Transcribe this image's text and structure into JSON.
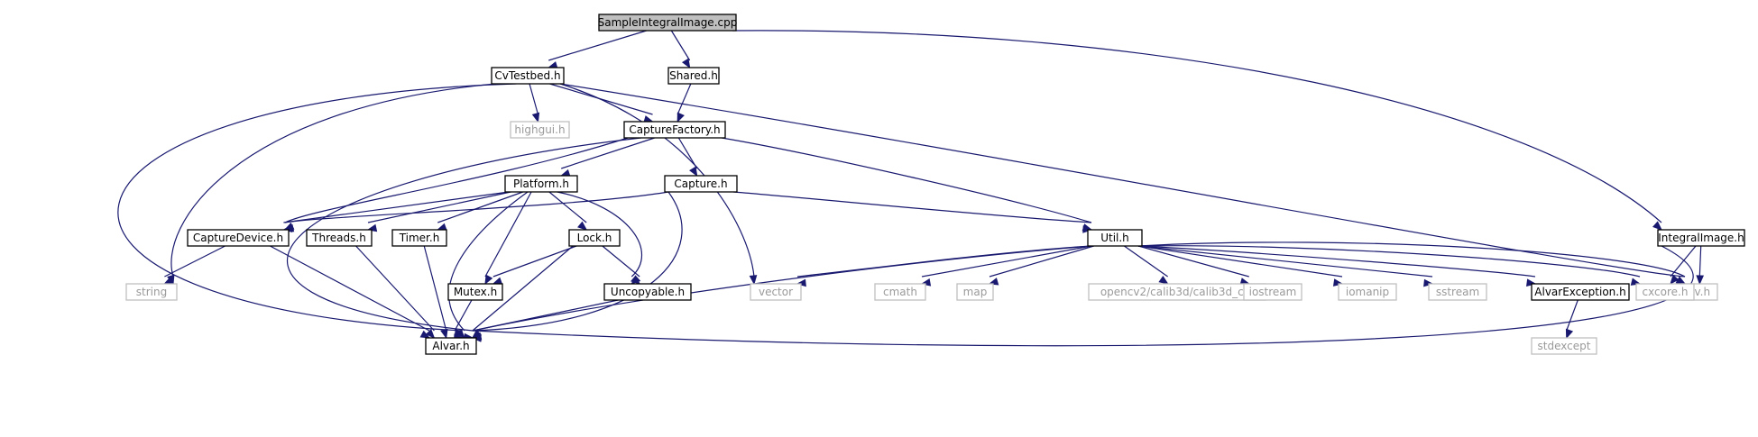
{
  "diagram": {
    "type": "include-dependency-graph",
    "colors": {
      "edge": "#191970",
      "root_fill": "#bfbfbf",
      "documented_border": "#000000",
      "external_border": "#bfbfbf",
      "external_text": "#9a9a9a"
    },
    "nodes": [
      {
        "id": "sample",
        "label": "SampleIntegralImage.cpp",
        "kind": "root"
      },
      {
        "id": "cvtestbed",
        "label": "CvTestbed.h",
        "kind": "doc"
      },
      {
        "id": "shared",
        "label": "Shared.h",
        "kind": "doc"
      },
      {
        "id": "integral",
        "label": "IntegralImage.h",
        "kind": "doc"
      },
      {
        "id": "highgui",
        "label": "highgui.h",
        "kind": "ext"
      },
      {
        "id": "capfactory",
        "label": "CaptureFactory.h",
        "kind": "doc"
      },
      {
        "id": "vector",
        "label": "vector",
        "kind": "ext"
      },
      {
        "id": "cvh",
        "label": "cv.h",
        "kind": "ext"
      },
      {
        "id": "string",
        "label": "string",
        "kind": "ext"
      },
      {
        "id": "alvar",
        "label": "Alvar.h",
        "kind": "doc"
      },
      {
        "id": "platform",
        "label": "Platform.h",
        "kind": "doc"
      },
      {
        "id": "capture",
        "label": "Capture.h",
        "kind": "doc"
      },
      {
        "id": "util",
        "label": "Util.h",
        "kind": "doc"
      },
      {
        "id": "capdevice",
        "label": "CaptureDevice.h",
        "kind": "doc"
      },
      {
        "id": "threads",
        "label": "Threads.h",
        "kind": "doc"
      },
      {
        "id": "timer",
        "label": "Timer.h",
        "kind": "doc"
      },
      {
        "id": "lock",
        "label": "Lock.h",
        "kind": "doc"
      },
      {
        "id": "mutex",
        "label": "Mutex.h",
        "kind": "doc"
      },
      {
        "id": "uncopyable",
        "label": "Uncopyable.h",
        "kind": "doc"
      },
      {
        "id": "cmath",
        "label": "cmath",
        "kind": "ext"
      },
      {
        "id": "map",
        "label": "map",
        "kind": "ext"
      },
      {
        "id": "calib3d",
        "label": "opencv2/calib3d/calib3d_c.h",
        "kind": "ext"
      },
      {
        "id": "iostream",
        "label": "iostream",
        "kind": "ext"
      },
      {
        "id": "iomanip",
        "label": "iomanip",
        "kind": "ext"
      },
      {
        "id": "sstream",
        "label": "sstream",
        "kind": "ext"
      },
      {
        "id": "alvarexc",
        "label": "AlvarException.h",
        "kind": "doc"
      },
      {
        "id": "cxcore",
        "label": "cxcore.h",
        "kind": "ext"
      },
      {
        "id": "stdexcept",
        "label": "stdexcept",
        "kind": "ext"
      }
    ],
    "edges": [
      [
        "sample",
        "cvtestbed"
      ],
      [
        "sample",
        "shared"
      ],
      [
        "sample",
        "integral"
      ],
      [
        "cvtestbed",
        "highgui"
      ],
      [
        "cvtestbed",
        "capfactory"
      ],
      [
        "cvtestbed",
        "vector"
      ],
      [
        "cvtestbed",
        "cvh"
      ],
      [
        "cvtestbed",
        "string"
      ],
      [
        "cvtestbed",
        "alvar"
      ],
      [
        "shared",
        "capfactory"
      ],
      [
        "capfactory",
        "platform"
      ],
      [
        "capfactory",
        "capture"
      ],
      [
        "capfactory",
        "util"
      ],
      [
        "capfactory",
        "capdevice"
      ],
      [
        "capfactory",
        "alvar"
      ],
      [
        "platform",
        "capdevice"
      ],
      [
        "platform",
        "threads"
      ],
      [
        "platform",
        "timer"
      ],
      [
        "platform",
        "lock"
      ],
      [
        "platform",
        "mutex"
      ],
      [
        "platform",
        "uncopyable"
      ],
      [
        "platform",
        "alvar"
      ],
      [
        "capture",
        "capdevice"
      ],
      [
        "capture",
        "util"
      ],
      [
        "capture",
        "alvar"
      ],
      [
        "capdevice",
        "string"
      ],
      [
        "capdevice",
        "alvar"
      ],
      [
        "threads",
        "alvar"
      ],
      [
        "timer",
        "alvar"
      ],
      [
        "lock",
        "mutex"
      ],
      [
        "lock",
        "uncopyable"
      ],
      [
        "lock",
        "alvar"
      ],
      [
        "mutex",
        "alvar"
      ],
      [
        "uncopyable",
        "alvar"
      ],
      [
        "util",
        "vector"
      ],
      [
        "util",
        "alvar"
      ],
      [
        "util",
        "cmath"
      ],
      [
        "util",
        "map"
      ],
      [
        "util",
        "calib3d"
      ],
      [
        "util",
        "iostream"
      ],
      [
        "util",
        "iomanip"
      ],
      [
        "util",
        "sstream"
      ],
      [
        "util",
        "alvarexc"
      ],
      [
        "util",
        "cxcore"
      ],
      [
        "util",
        "cvh"
      ],
      [
        "alvarexc",
        "stdexcept"
      ],
      [
        "integral",
        "cxcore"
      ],
      [
        "integral",
        "cvh"
      ],
      [
        "integral",
        "alvar"
      ]
    ]
  }
}
